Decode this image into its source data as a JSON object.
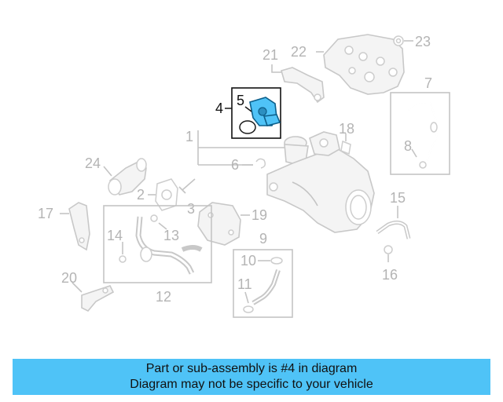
{
  "callouts": {
    "c1": "1",
    "c2": "2",
    "c3": "3",
    "c4": "4",
    "c5": "5",
    "c6": "6",
    "c7": "7",
    "c8": "8",
    "c9": "9",
    "c10": "10",
    "c11": "11",
    "c12": "12",
    "c13": "13",
    "c14": "14",
    "c15": "15",
    "c16": "16",
    "c17": "17",
    "c18": "18",
    "c19": "19",
    "c20": "20",
    "c21": "21",
    "c22": "22",
    "c23": "23",
    "c24": "24"
  },
  "highlight": {
    "part_number": "4",
    "color": "#4fc3f7"
  },
  "banner": {
    "line1": "Part or sub-assembly is #4 in diagram",
    "line2": "Diagram may not be specific to your vehicle",
    "background": "#4fc3f7"
  }
}
